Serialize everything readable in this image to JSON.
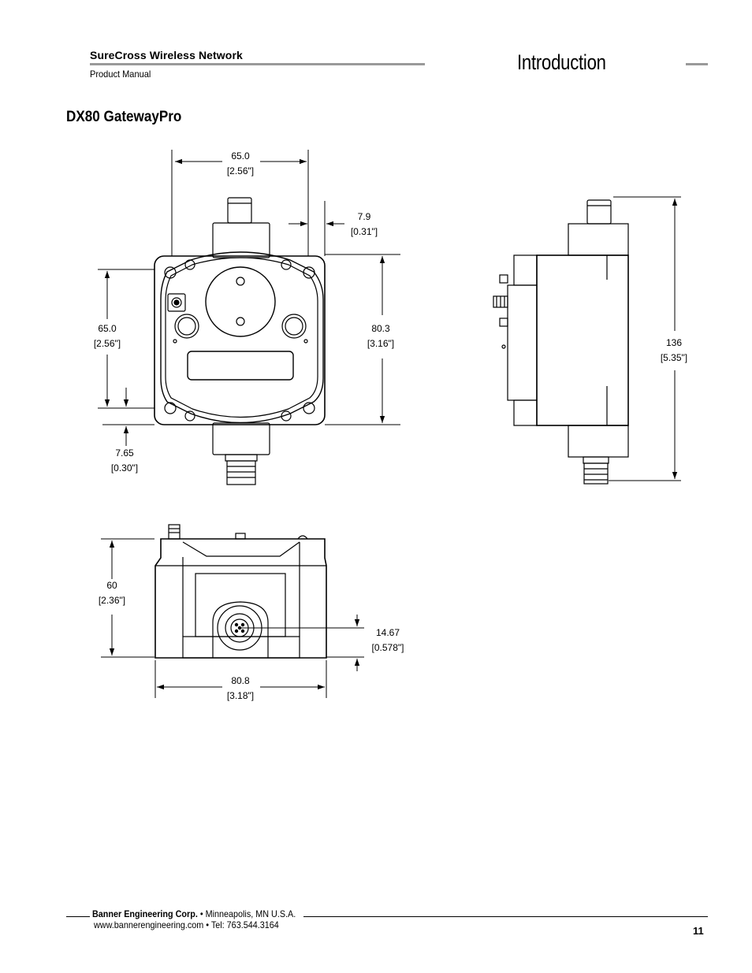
{
  "header": {
    "title": "SureCross Wireless Network",
    "subtitle": "Product Manual",
    "section": "Introduction"
  },
  "heading": "DX80 GatewayPro",
  "dimensions": {
    "front_width": [
      "65.0",
      "[2.56\"]"
    ],
    "front_offset": [
      "7.9",
      "[0.31\"]"
    ],
    "front_mount": [
      "65.0",
      "[2.56\"]"
    ],
    "front_height": [
      "80.3",
      "[3.16\"]"
    ],
    "front_bottom": [
      "7.65",
      "[0.30\"]"
    ],
    "side_height": [
      "136",
      "[5.35\"]"
    ],
    "bottom_height": [
      "60",
      "[2.36\"]"
    ],
    "bottom_connector": [
      "14.67",
      "[0.578\"]"
    ],
    "bottom_width": [
      "80.8",
      "[3.18\"]"
    ]
  },
  "footer": {
    "company": "Banner Engineering Corp.",
    "location": " • Minneapolis, MN U.S.A.",
    "contact": "www.bannerengineering.com  •  Tel: 763.544.3164",
    "page": "11"
  }
}
